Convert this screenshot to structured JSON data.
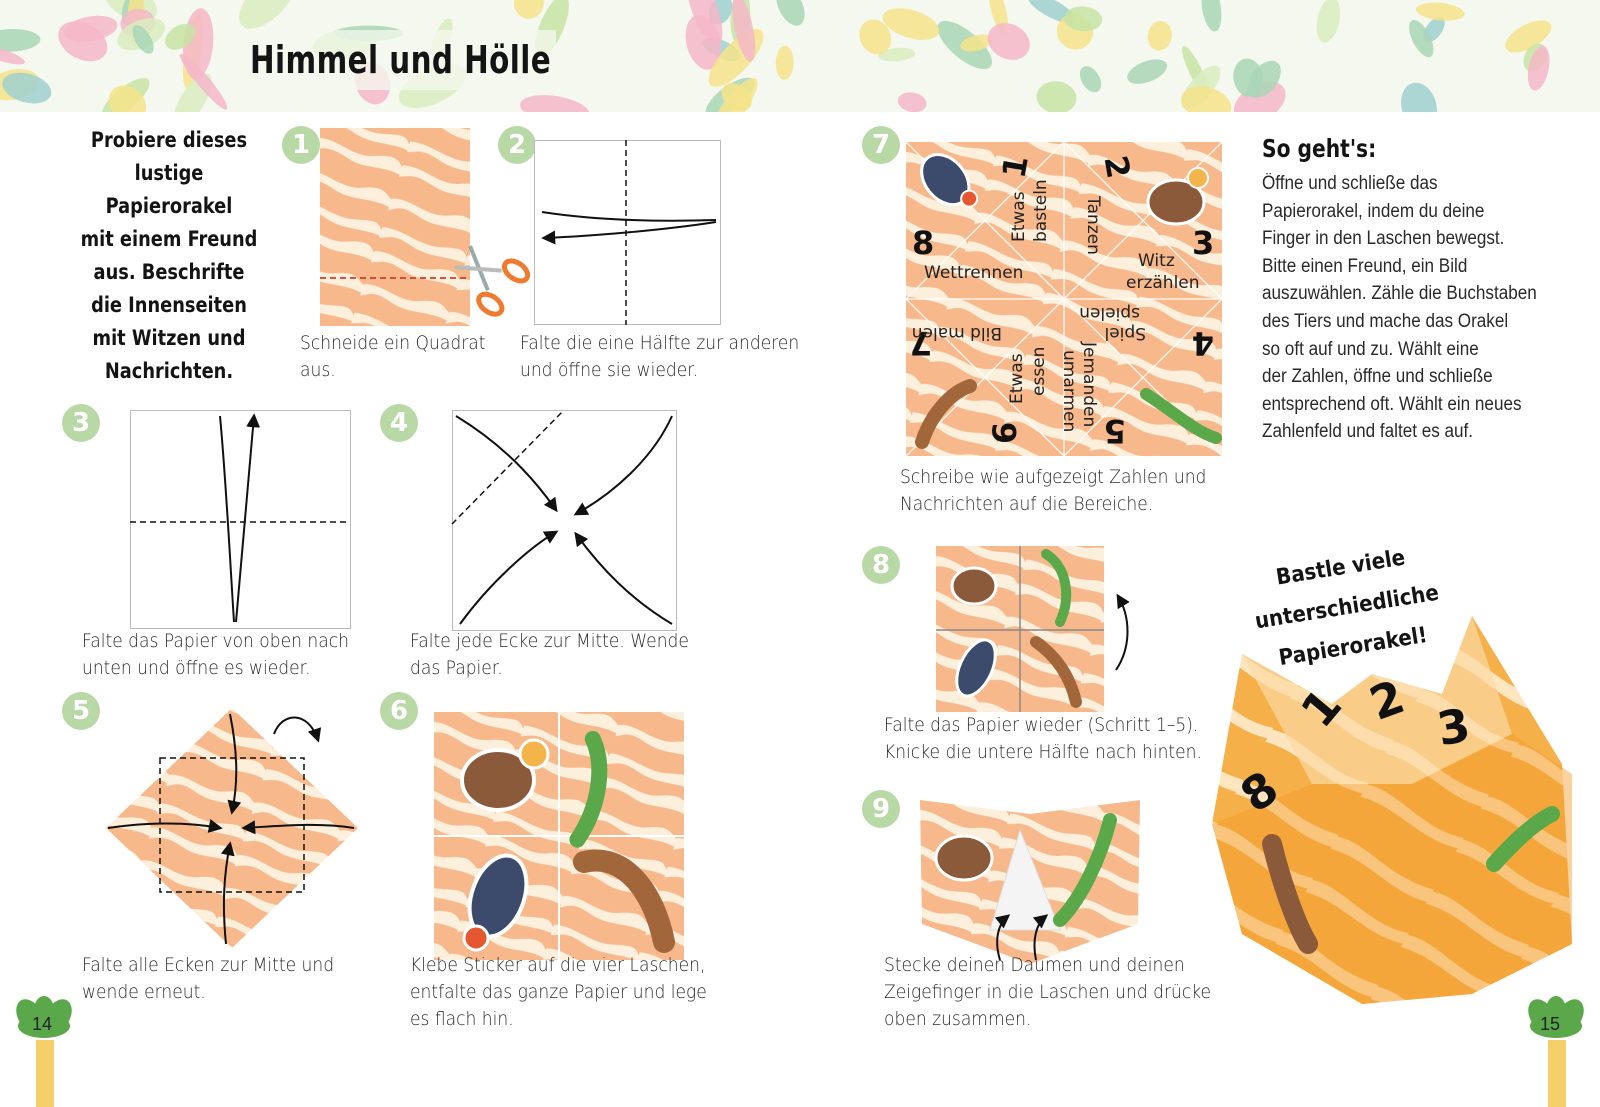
{
  "header": {
    "title": "Himmel und Hölle"
  },
  "intro": {
    "lines": [
      "Probiere dieses",
      "lustige Papierorakel",
      "mit einem Freund",
      "aus. Beschrifte",
      "die Innenseiten",
      "mit Witzen und",
      "Nachrichten."
    ]
  },
  "steps": [
    {
      "number": "1",
      "caption": [
        "Schneide ein Quadrat",
        "aus."
      ]
    },
    {
      "number": "2",
      "caption": [
        "Falte die eine Hälfte zur anderen",
        "und öffne sie wieder."
      ]
    },
    {
      "number": "3",
      "caption": [
        "Falte das Papier von oben nach",
        "unten und öffne es wieder."
      ]
    },
    {
      "number": "4",
      "caption": [
        "Falte jede Ecke zur Mitte. Wende",
        "das Papier."
      ]
    },
    {
      "number": "5",
      "caption": [
        "Falte alle Ecken zur Mitte und",
        "wende erneut."
      ]
    },
    {
      "number": "6",
      "caption": [
        "Klebe Sticker auf die vier Laschen,",
        "entfalte das ganze Papier und lege",
        "es flach hin."
      ]
    },
    {
      "number": "7",
      "caption": [
        "Schreibe wie aufgezeigt Zahlen und",
        "Nachrichten auf die Bereiche."
      ]
    },
    {
      "number": "8",
      "caption": [
        "Falte das Papier wieder (Schritt 1–5).",
        "Knicke die untere Hälfte nach hinten."
      ]
    },
    {
      "number": "9",
      "caption": [
        "Stecke deinen Daumen und deinen",
        "Zeigefinger in die Laschen und drücke",
        "oben zusammen."
      ]
    }
  ],
  "template_labels": {
    "numbers": [
      "1",
      "2",
      "3",
      "4",
      "5",
      "6",
      "7",
      "8"
    ],
    "messages": {
      "basteln": [
        "Etwas",
        "basteln"
      ],
      "tanzen": "Tanzen",
      "witz": [
        "Witz",
        "erzählen"
      ],
      "wettrennen": "Wettrennen",
      "spiel": [
        "Spiel",
        "spielen"
      ],
      "bild": "Bild malen",
      "essen": [
        "Etwas",
        "essen"
      ],
      "umarmen": [
        "Jemanden",
        "umarmen"
      ]
    }
  },
  "howto": {
    "heading": "So geht's:",
    "lines": [
      "Öffne und schließe das",
      "Papierorakel, indem du deine",
      "Finger in den Laschen bewegst.",
      "Bitte einen Freund, ein Bild",
      "auszuwählen. Zähle die Buchstaben",
      "des Tiers und mache das Orakel",
      "so oft auf und zu. Wählt eine",
      "der Zahlen, öffne und schließe",
      "entsprechend oft. Wählt ein neues",
      "Zahlenfeld und faltet es auf."
    ]
  },
  "slogan": {
    "lines": [
      "Bastle viele",
      "unterschiedliche Papierorakel!"
    ]
  },
  "finished_labels": [
    "8",
    "1",
    "2",
    "3"
  ],
  "page_numbers": {
    "left": "14",
    "right": "15"
  },
  "colors": {
    "paper_orange": "#f7b98c",
    "stripe_cream": "#fcefdc",
    "badge_green": "#b8d9a6",
    "cut_line_red": "#d93a2b",
    "scissor_orange": "#f07a2d",
    "finished_orange": "#f6b04a"
  }
}
